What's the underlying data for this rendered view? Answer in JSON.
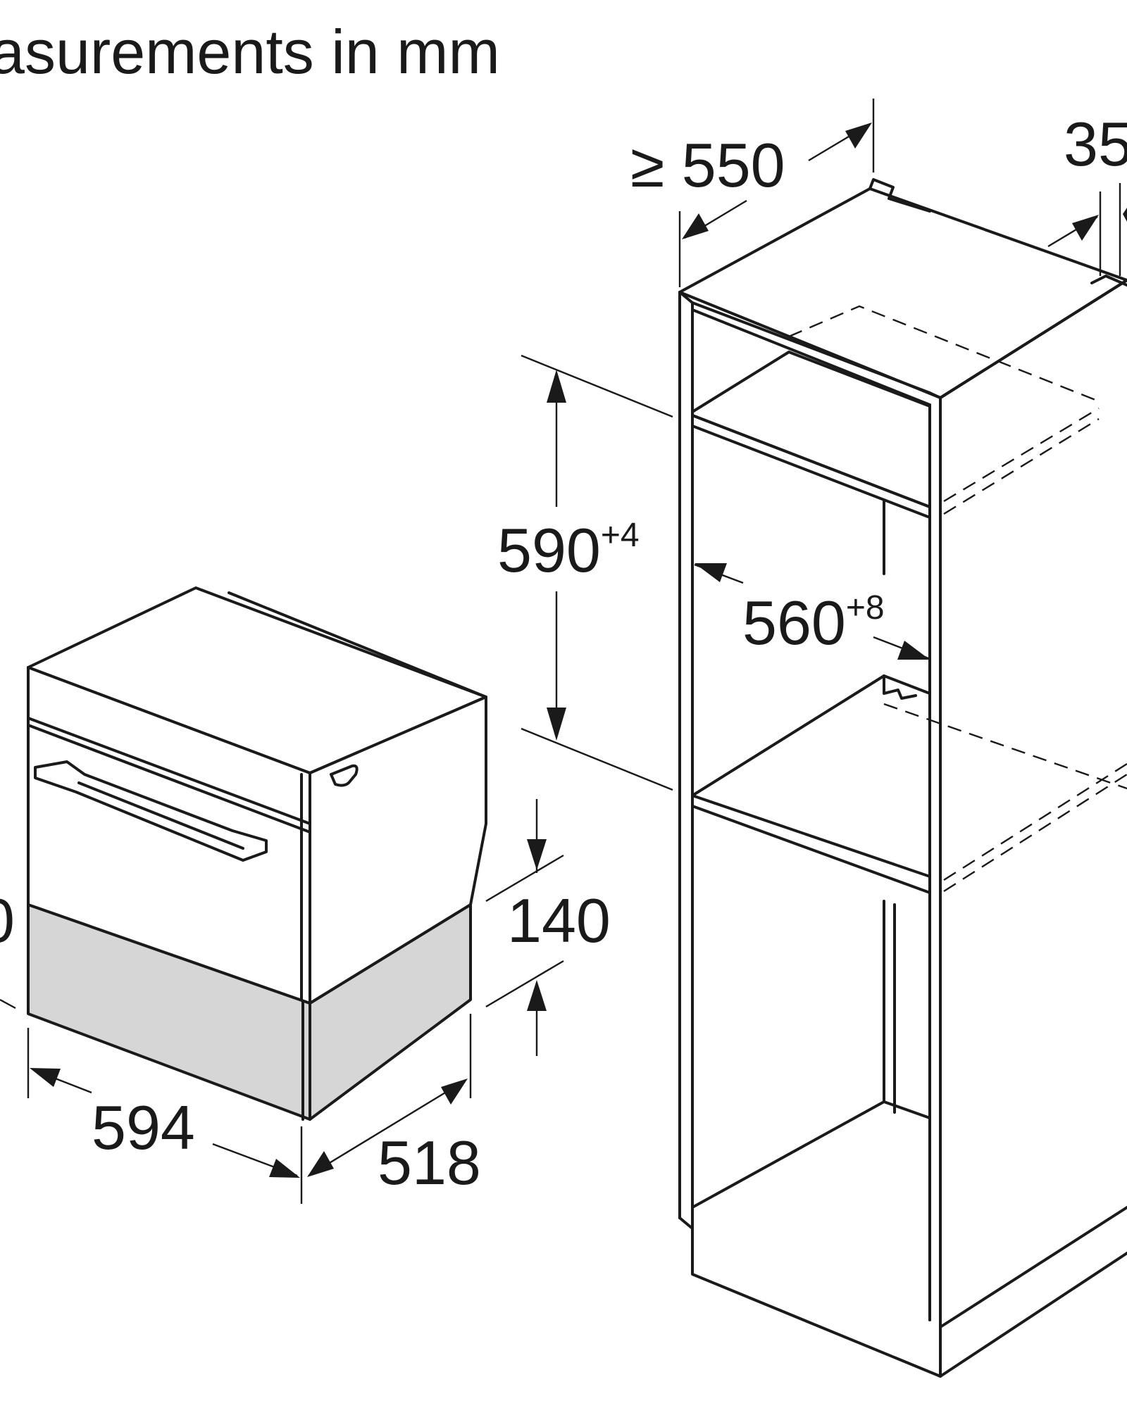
{
  "title": "asurements in mm",
  "dimensions": {
    "cabinet_depth": "≥ 550",
    "top_right_partial": "35",
    "niche_height": "590",
    "niche_height_tol": "+4",
    "niche_width": "560",
    "niche_width_tol": "+8",
    "drawer_height": "140",
    "appliance_width": "594",
    "appliance_depth": "518"
  },
  "colors": {
    "line": "#1a1a1a",
    "drawer_fill": "#d6d6d6",
    "background": "#ffffff"
  }
}
